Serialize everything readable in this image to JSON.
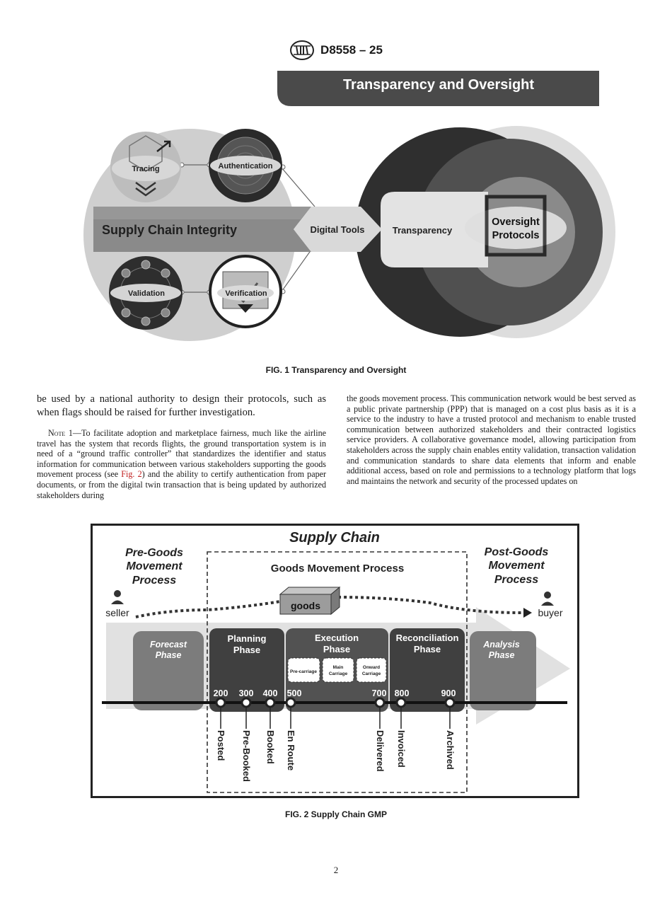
{
  "header": {
    "std_number": "D8558 – 25"
  },
  "fig1": {
    "banner": "Transparency and Oversight",
    "tracing": "Tracing",
    "authentication": "Authentication",
    "validation": "Validation",
    "verification": "Verification",
    "supply_chain_integrity": "Supply Chain Integrity",
    "digital_tools": "Digital Tools",
    "transparency": "Transparency",
    "oversight_l1": "Oversight",
    "oversight_l2": "Protocols",
    "caption": "FIG. 1 Transparency and Oversight"
  },
  "body": {
    "left_lead": "be used by a national authority to design their protocols, such as when flags should be raised for further investigation.",
    "note_label": "Note 1",
    "note_text_a": "—To facilitate adoption and marketplace fairness, much like the airline travel has the system that records flights, the ground transportation system is in need of a “ground traffic controller” that standardizes the identifier and status information for communication between various stakeholders supporting the goods movement process (see ",
    "note_link": "Fig. 2",
    "note_text_b": ") and the ability to certify authentication from paper documents, or from the digital twin transaction that is being updated by authorized stakeholders during",
    "right_text": "the goods movement process. This communication network would be best served as a public private partnership (PPP) that is managed on a cost plus basis as it is a service to the industry to have a trusted protocol and mechanism to enable trusted communication between authorized stakeholders and their contracted logistics service providers. A collaborative governance model, allowing participation from stakeholders across the supply chain enables entity validation, transaction validation and communication standards to share data elements that inform and enable additional access, based on role and permissions to a technology platform that logs and maintains the network and security of the processed updates on"
  },
  "fig2": {
    "title": "Supply Chain",
    "pre_l1": "Pre-Goods",
    "pre_l2": "Movement",
    "pre_l3": "Process",
    "gmp": "Goods Movement Process",
    "post_l1": "Post-Goods",
    "post_l2": "Movement",
    "post_l3": "Process",
    "seller": "seller",
    "buyer": "buyer",
    "goods": "goods",
    "forecast_l1": "Forecast",
    "forecast_l2": "Phase",
    "planning_l1": "Planning",
    "planning_l2": "Phase",
    "execution_l1": "Execution",
    "execution_l2": "Phase",
    "reconciliation_l1": "Reconciliation",
    "reconciliation_l2": "Phase",
    "analysis_l1": "Analysis",
    "analysis_l2": "Phase",
    "precarriage": "Pre-carriage",
    "main_l1": "Main",
    "main_l2": "Carriage",
    "onward_l1": "Onward",
    "onward_l2": "Carriage",
    "milestones": [
      {
        "code": "200",
        "label": "Posted"
      },
      {
        "code": "300",
        "label": "Pre-Booked"
      },
      {
        "code": "400",
        "label": "Booked"
      },
      {
        "code": "500",
        "label": "En Route"
      },
      {
        "code": "700",
        "label": "Delivered"
      },
      {
        "code": "800",
        "label": "Invoiced"
      },
      {
        "code": "900",
        "label": "Archived"
      }
    ],
    "caption": "FIG. 2 Supply Chain GMP"
  },
  "footer": {
    "page_number": "2"
  }
}
